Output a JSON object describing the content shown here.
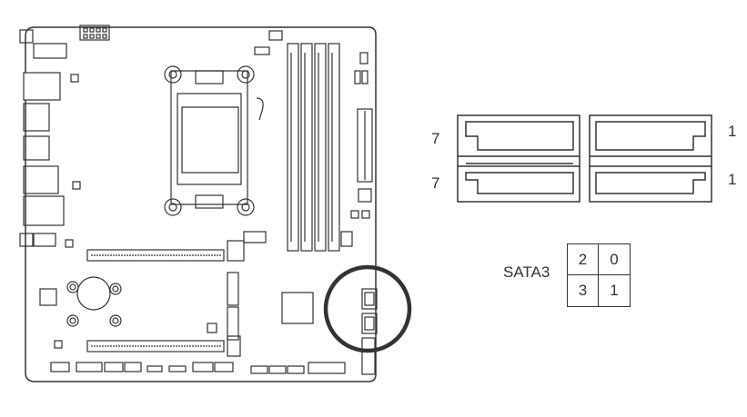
{
  "diagram": {
    "connector_name": "SATA3",
    "pin_labels": {
      "left_top": "7",
      "left_bottom": "7",
      "right_top": "1",
      "right_bottom": "1"
    },
    "port_grid": [
      "2",
      "0",
      "3",
      "1"
    ]
  }
}
